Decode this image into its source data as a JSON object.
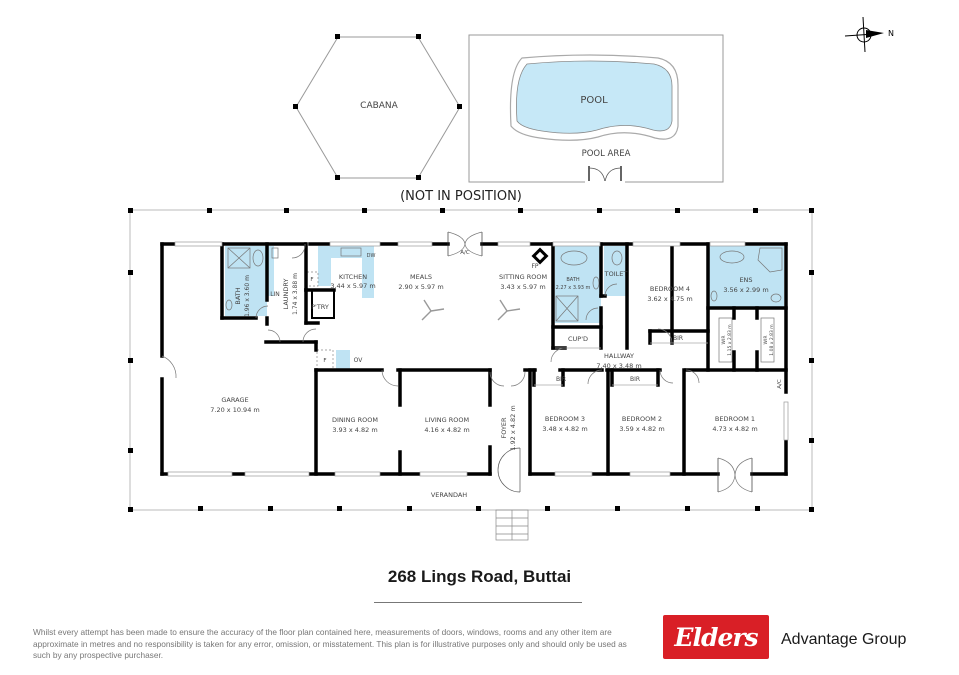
{
  "plan": {
    "outbuildings": {
      "cabana": "CABANA",
      "pool": "POOL",
      "pool_area": "POOL AREA",
      "note": "(NOT IN POSITION)"
    },
    "compass": {
      "label": "N"
    },
    "rooms": {
      "garage": {
        "name": "GARAGE",
        "size": "7.20 x 10.94 m"
      },
      "bath1": {
        "name": "BATH",
        "size": "1.96 x 3.60 m"
      },
      "laundry": {
        "name": "LAUNDRY",
        "size": "1.74 x 3.88 m"
      },
      "lin": "LIN",
      "pantry": "P'TRY",
      "kitchen": {
        "name": "KITCHEN",
        "size": "3.44 x 5.97 m"
      },
      "dw": "DW",
      "fridge1": "F",
      "fridge2": "F",
      "oven": "OV",
      "meals": {
        "name": "MEALS",
        "size": "2.90 x 5.97 m"
      },
      "ac_top": "A/C",
      "fp": "FP",
      "sitting": {
        "name": "SITTING ROOM",
        "size": "3.43 x 5.97 m"
      },
      "bath2": {
        "name": "BATH",
        "size": "2.27 x 3.93 m"
      },
      "toilet": "TOILET",
      "cupd": "CUP'D",
      "bedroom4": {
        "name": "BEDROOM 4",
        "size": "3.62 x 4.75 m"
      },
      "bir4": "BIR",
      "ens": {
        "name": "ENS",
        "size": "3.56 x 2.99 m"
      },
      "wir1": {
        "name": "WIR",
        "size": "1.15 x 2.83 m"
      },
      "wir2": {
        "name": "WIR",
        "size": "1.08 x 2.83 m"
      },
      "hallway": {
        "name": "HALLWAY",
        "size": "7.40 x 3.48 m"
      },
      "dining": {
        "name": "DINING ROOM",
        "size": "3.93 x 4.82 m"
      },
      "living": {
        "name": "LIVING ROOM",
        "size": "4.16 x 4.82 m"
      },
      "foyer": {
        "name": "FOYER",
        "size": "1.92 x 4.82 m"
      },
      "bedroom3": {
        "name": "BEDROOM 3",
        "size": "3.48 x 4.82 m"
      },
      "bir3": "BIR",
      "bedroom2": {
        "name": "BEDROOM 2",
        "size": "3.59 x 4.82 m"
      },
      "bir2": "BIR",
      "bedroom1": {
        "name": "BEDROOM 1",
        "size": "4.73 x 4.82 m"
      },
      "ac_bed1": "A/C",
      "verandah": "VERANDAH"
    }
  },
  "footer": {
    "address": "268 Lings Road, Buttai",
    "disclaimer": "Whilst every attempt has been made to ensure the accuracy of the floor plan contained here, measurements of doors, windows, rooms and any other item are approximate in metres and no responsibility is taken for any error, omission, or misstatement. This plan is for illustrative purposes only and should only be used as such by any prospective purchaser.",
    "logo_text": "Elders",
    "agency": "Advantage Group"
  },
  "colors": {
    "wet_area": "#bfe3f3",
    "pool": "#c6e8f7",
    "wall": "#000000",
    "brand_red": "#d91f26"
  }
}
